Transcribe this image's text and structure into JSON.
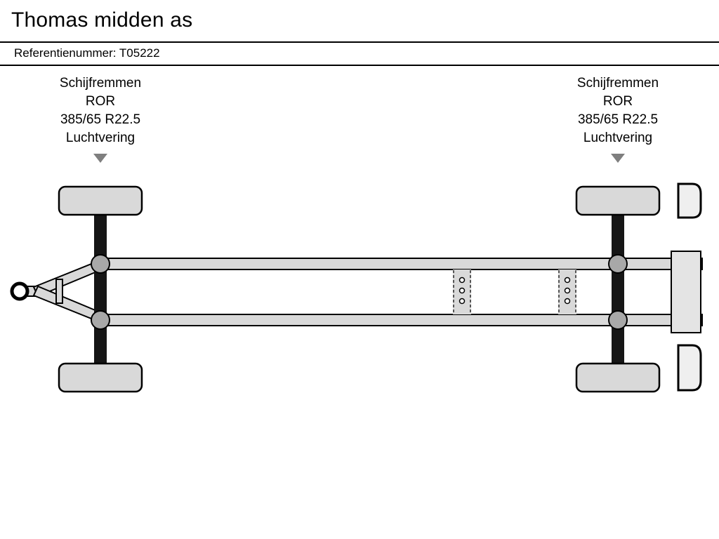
{
  "page": {
    "title": "Thomas midden as",
    "reference": "Referentienummer: T05222"
  },
  "annotations": {
    "left": {
      "lines": [
        "Schijfremmen",
        "ROR",
        "385/65 R22.5",
        "Luchtvering"
      ]
    },
    "right": {
      "lines": [
        "Schijfremmen",
        "ROR",
        "385/65 R22.5",
        "Luchtvering"
      ]
    }
  },
  "diagram": {
    "description": "top-view schematic of center-axle trailer chassis with drawbar, two axles, air suspension and twin chassis rails"
  },
  "colors": {
    "background": "#ffffff",
    "text": "#000000",
    "divider": "#000000",
    "diagram_fill": "#d9d9d9",
    "suspension_fill": "#a8a8a8",
    "axle_fill": "#161616",
    "marker_triangle": "#7f7f7f"
  }
}
